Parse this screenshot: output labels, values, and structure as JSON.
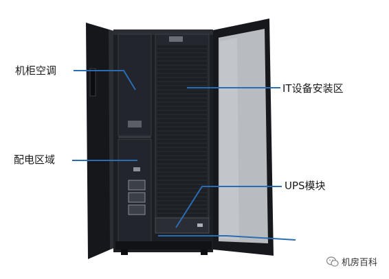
{
  "labels": {
    "cabinet_ac": "机柜空调",
    "power_distribution": "配电区域",
    "it_install_area": "IT设备安装区",
    "ups_module": "UPS模块"
  },
  "watermark": {
    "text": "机房百科",
    "icon": "wechat-icon"
  },
  "colors": {
    "cabinet": "#1b1e23",
    "leader_line": "#2a6db5",
    "glass": "#b8bcc0"
  }
}
